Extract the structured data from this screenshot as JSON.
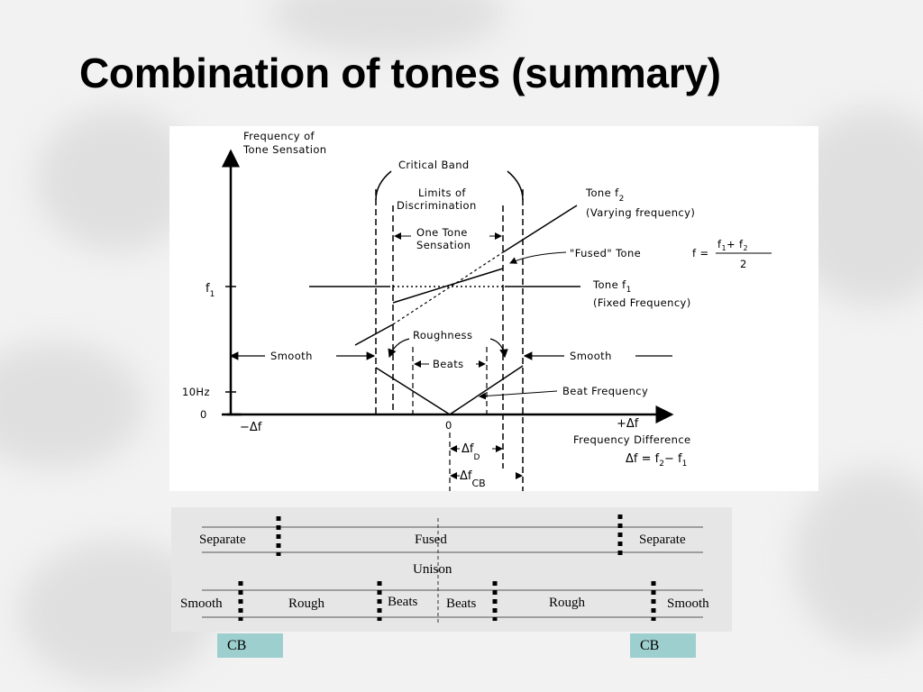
{
  "slide": {
    "title": "Combination of tones (summary)"
  },
  "diagram": {
    "y_axis_label": [
      "Frequency of",
      "Tone Sensation"
    ],
    "critical_band": "Critical Band",
    "limits": [
      "Limits of",
      "Discrimination"
    ],
    "one_tone": [
      "One Tone",
      "Sensation"
    ],
    "tone_f2": [
      "Tone f",
      "2",
      "(Varying frequency)"
    ],
    "fused_tone": [
      "\"Fused\" Tone",
      "f =",
      "f",
      "1",
      "+ f",
      "2",
      "2"
    ],
    "tone_f1": [
      "Tone f",
      "1",
      "(Fixed Frequency)"
    ],
    "f1_tick": [
      "f",
      "1"
    ],
    "roughness": "Roughness",
    "smooth_left": "Smooth",
    "smooth_right": "Smooth",
    "beats": "Beats",
    "beat_frequency": "Beat Frequency",
    "tick_10hz": "10Hz",
    "tick_zero_y": "0",
    "tick_zero_x": "0",
    "neg_delta_f": "−Δf",
    "pos_delta_f": "+Δf",
    "freq_difference": "Frequency Difference",
    "delta_eq": [
      "Δf = f",
      "2",
      "− f",
      "1"
    ],
    "delta_fd": [
      "Δf",
      "D"
    ],
    "delta_fcb": [
      "Δf",
      "CB"
    ]
  },
  "table": {
    "top_row": {
      "left": "Separate",
      "center": "Fused",
      "right": "Separate"
    },
    "middle": "Unison",
    "bottom_row": [
      "Smooth",
      "Rough",
      "Beats",
      "Beats",
      "Rough",
      "Smooth"
    ],
    "cb_left": "CB",
    "cb_right": "CB"
  }
}
